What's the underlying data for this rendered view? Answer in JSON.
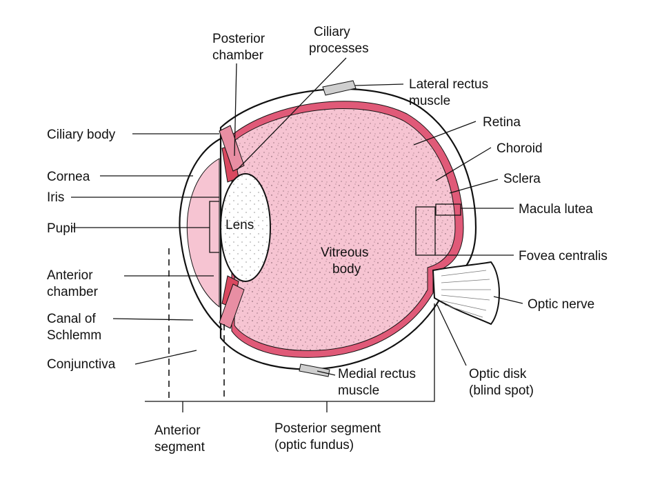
{
  "colors": {
    "tissue_pink": "#f6c4d2",
    "retina_red": "#e05a78",
    "muscle_red": "#d9485f",
    "outline": "#111111",
    "background": "#ffffff"
  },
  "labels": {
    "posterior_chamber": [
      "Posterior",
      "chamber"
    ],
    "ciliary_processes": [
      "Ciliary",
      "processes"
    ],
    "lateral_rectus": [
      "Lateral rectus",
      "muscle"
    ],
    "ciliary_body": [
      "Ciliary body"
    ],
    "retina": [
      "Retina"
    ],
    "choroid": [
      "Choroid"
    ],
    "cornea": [
      "Cornea"
    ],
    "sclera": [
      "Sclera"
    ],
    "iris": [
      "Iris"
    ],
    "macula_lutea": [
      "Macula lutea"
    ],
    "pupil": [
      "Pupil"
    ],
    "lens": [
      "Lens"
    ],
    "vitreous_body": [
      "Vitreous",
      "body"
    ],
    "fovea_centralis": [
      "Fovea centralis"
    ],
    "anterior_chamber": [
      "Anterior",
      "chamber"
    ],
    "optic_nerve": [
      "Optic nerve"
    ],
    "canal_of_schlemm": [
      "Canal of",
      "Schlemm"
    ],
    "conjunctiva": [
      "Conjunctiva"
    ],
    "optic_disk": [
      "Optic disk",
      "(blind spot)"
    ],
    "medial_rectus": [
      "Medial rectus",
      "muscle"
    ],
    "anterior_segment": [
      "Anterior",
      "segment"
    ],
    "posterior_segment": [
      "Posterior segment",
      "(optic fundus)"
    ]
  }
}
